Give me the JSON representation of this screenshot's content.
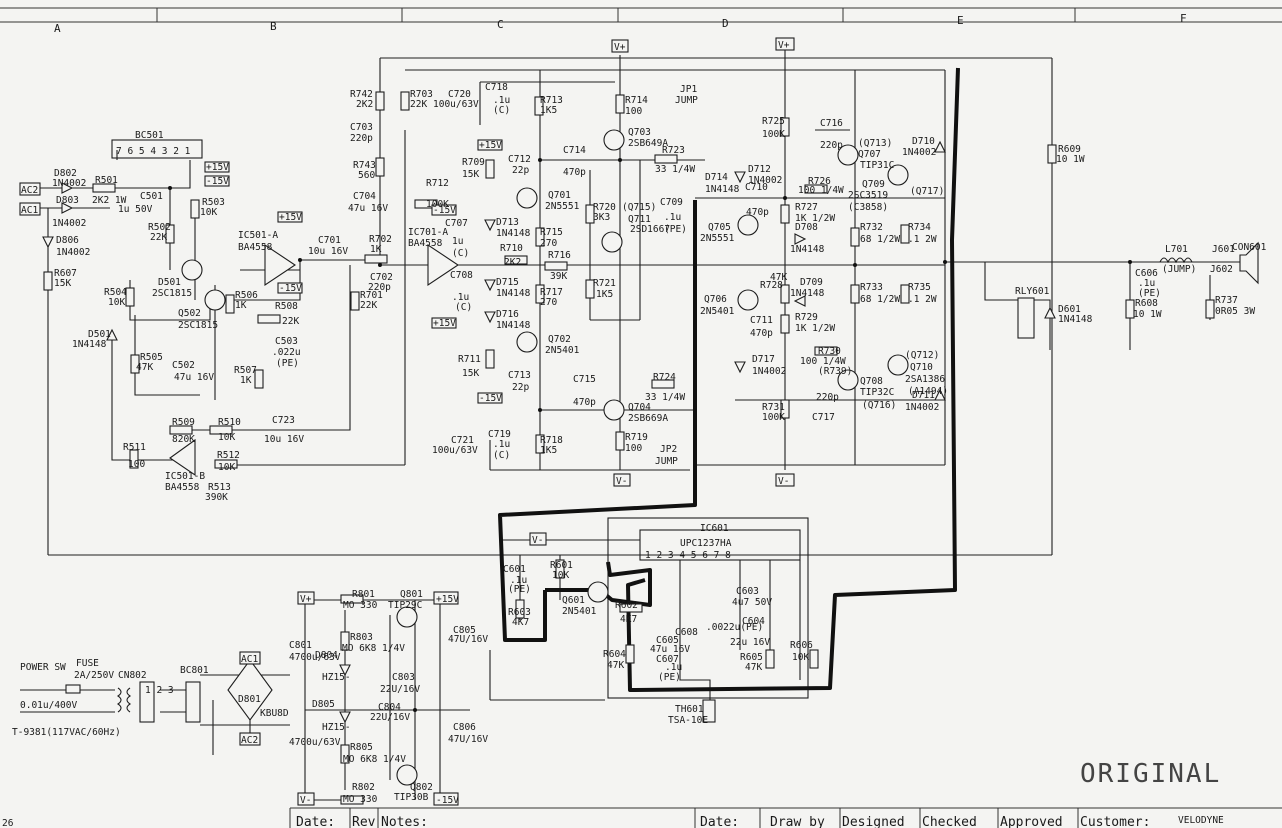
{
  "zones": [
    "A",
    "B",
    "C",
    "D",
    "E",
    "F"
  ],
  "stamp": "ORIGINAL",
  "title_block": {
    "date1": "Date:",
    "rev": "Rev",
    "notes": "Notes:",
    "date2": "Date:",
    "draw_by": "Draw by",
    "designed": "Designed",
    "checked": "Checked",
    "approved": "Approved",
    "customer": "Customer:",
    "customer_name": "VELODYNE",
    "page_fragment": "26"
  },
  "power_rails": {
    "vplus": "V+",
    "vminus": "V-",
    "vplus_top": "V+",
    "vplus_top2": "V+",
    "vminus_bot": "V-",
    "vminus_bot2": "V-",
    "p15": "+15V",
    "m15": "-15V",
    "ac1": "AC1",
    "ac2": "AC2",
    "ac1b": "AC1",
    "ac2b": "AC2"
  },
  "labels": [
    {
      "id": "bc501",
      "text": "BC501"
    },
    {
      "id": "bc501_pins",
      "text": "7 6 5 4 3 2 1"
    },
    {
      "id": "d802",
      "text": "D802"
    },
    {
      "id": "d802v",
      "text": "1N4002"
    },
    {
      "id": "r501",
      "text": "R501"
    },
    {
      "id": "r501v",
      "text": "2K2 1W"
    },
    {
      "id": "c501",
      "text": "C501"
    },
    {
      "id": "c501v",
      "text": "1u 50V"
    },
    {
      "id": "d803",
      "text": "D803"
    },
    {
      "id": "d803v",
      "text": "1N4002"
    },
    {
      "id": "r503",
      "text": "R503"
    },
    {
      "id": "r503v",
      "text": "10K"
    },
    {
      "id": "r502",
      "text": "R502"
    },
    {
      "id": "r502v",
      "text": "22K"
    },
    {
      "id": "d806",
      "text": "D806"
    },
    {
      "id": "d806v",
      "text": "1N4002"
    },
    {
      "id": "r607",
      "text": "R607"
    },
    {
      "id": "r607v",
      "text": "15K"
    },
    {
      "id": "d501",
      "text": "D501"
    },
    {
      "id": "d501v",
      "text": "2SC1815"
    },
    {
      "id": "q502",
      "text": "Q502"
    },
    {
      "id": "q502v",
      "text": "2SC1815"
    },
    {
      "id": "r504",
      "text": "R504"
    },
    {
      "id": "r504v",
      "text": "10K"
    },
    {
      "id": "r506",
      "text": "R506"
    },
    {
      "id": "r506v",
      "text": "1K"
    },
    {
      "id": "d501b",
      "text": "D501"
    },
    {
      "id": "d501bv",
      "text": "1N4148"
    },
    {
      "id": "r505",
      "text": "R505"
    },
    {
      "id": "r505v",
      "text": "47K"
    },
    {
      "id": "c502",
      "text": "C502"
    },
    {
      "id": "c502v",
      "text": "47u 16V"
    },
    {
      "id": "r507",
      "text": "R507"
    },
    {
      "id": "r507v",
      "text": "1K"
    },
    {
      "id": "r508",
      "text": "R508"
    },
    {
      "id": "r508v",
      "text": "22K"
    },
    {
      "id": "c503",
      "text": "C503"
    },
    {
      "id": "c503v",
      "text": ".022u"
    },
    {
      "id": "c503t",
      "text": "(PE)"
    },
    {
      "id": "ic501a",
      "text": "IC501-A"
    },
    {
      "id": "ic501av",
      "text": "BA4558"
    },
    {
      "id": "c701",
      "text": "C701"
    },
    {
      "id": "c701v",
      "text": "10u 16V"
    },
    {
      "id": "r509",
      "text": "R509"
    },
    {
      "id": "r509v",
      "text": "820K"
    },
    {
      "id": "r510",
      "text": "R510"
    },
    {
      "id": "r510v",
      "text": "10K"
    },
    {
      "id": "c723",
      "text": "C723"
    },
    {
      "id": "c723v",
      "text": "10u 16V"
    },
    {
      "id": "r511",
      "text": "R511"
    },
    {
      "id": "r511v",
      "text": "100"
    },
    {
      "id": "r512",
      "text": "R512"
    },
    {
      "id": "r512v",
      "text": "10K"
    },
    {
      "id": "ic501b",
      "text": "IC501-B"
    },
    {
      "id": "ic501bv",
      "text": "BA4558"
    },
    {
      "id": "r513",
      "text": "R513"
    },
    {
      "id": "r513v",
      "text": "390K"
    },
    {
      "id": "r742",
      "text": "R742"
    },
    {
      "id": "r742v",
      "text": "2K2"
    },
    {
      "id": "r703",
      "text": "R703"
    },
    {
      "id": "r703v",
      "text": "22K"
    },
    {
      "id": "c720",
      "text": "C720"
    },
    {
      "id": "c720v",
      "text": "100u/63V"
    },
    {
      "id": "c718",
      "text": "C718"
    },
    {
      "id": "c718v",
      "text": ".1u"
    },
    {
      "id": "c718t",
      "text": "(C)"
    },
    {
      "id": "r713",
      "text": "R713"
    },
    {
      "id": "r713v",
      "text": "1K5"
    },
    {
      "id": "c703",
      "text": "C703"
    },
    {
      "id": "c703v",
      "text": "220p"
    },
    {
      "id": "r743",
      "text": "R743"
    },
    {
      "id": "r743v",
      "text": "560"
    },
    {
      "id": "c704",
      "text": "C704"
    },
    {
      "id": "c704v",
      "text": "47u 16V"
    },
    {
      "id": "r712",
      "text": "R712"
    },
    {
      "id": "r712v",
      "text": "100K"
    },
    {
      "id": "c707",
      "text": "C707"
    },
    {
      "id": "c707v",
      "text": "1u"
    },
    {
      "id": "c707t",
      "text": "(C)"
    },
    {
      "id": "ic701a",
      "text": "IC701-A"
    },
    {
      "id": "ic701av",
      "text": "BA4558"
    },
    {
      "id": "r702",
      "text": "R702"
    },
    {
      "id": "r702v",
      "text": "1K"
    },
    {
      "id": "c702",
      "text": "C702"
    },
    {
      "id": "c702v",
      "text": "220p"
    },
    {
      "id": "r701",
      "text": "R701"
    },
    {
      "id": "r701v",
      "text": "22K"
    },
    {
      "id": "c708",
      "text": "C708"
    },
    {
      "id": "c708v",
      "text": ".1u"
    },
    {
      "id": "c708t",
      "text": "(C)"
    },
    {
      "id": "r709",
      "text": "R709"
    },
    {
      "id": "r709v",
      "text": "15K"
    },
    {
      "id": "c712",
      "text": "C712"
    },
    {
      "id": "c712v",
      "text": "22p"
    },
    {
      "id": "q701",
      "text": "Q701"
    },
    {
      "id": "q701v",
      "text": "2N5551"
    },
    {
      "id": "d713",
      "text": "D713"
    },
    {
      "id": "d713v",
      "text": "1N4148"
    },
    {
      "id": "r715",
      "text": "R715"
    },
    {
      "id": "r715v",
      "text": "270"
    },
    {
      "id": "r710",
      "text": "R710"
    },
    {
      "id": "r710v",
      "text": "2K2"
    },
    {
      "id": "r716",
      "text": "R716"
    },
    {
      "id": "r716v",
      "text": "39K"
    },
    {
      "id": "d715",
      "text": "D715"
    },
    {
      "id": "d715v",
      "text": "1N4148"
    },
    {
      "id": "r717",
      "text": "R717"
    },
    {
      "id": "r717v",
      "text": "270"
    },
    {
      "id": "d716",
      "text": "D716"
    },
    {
      "id": "d716v",
      "text": "1N4148"
    },
    {
      "id": "q702",
      "text": "Q702"
    },
    {
      "id": "q702v",
      "text": "2N5401"
    },
    {
      "id": "r711",
      "text": "R711"
    },
    {
      "id": "r711v",
      "text": "15K"
    },
    {
      "id": "c713",
      "text": "C713"
    },
    {
      "id": "c713v",
      "text": "22p"
    },
    {
      "id": "c721",
      "text": "C721"
    },
    {
      "id": "c721v",
      "text": "100u/63V"
    },
    {
      "id": "c719",
      "text": "C719"
    },
    {
      "id": "c719v",
      "text": ".1u"
    },
    {
      "id": "c719t",
      "text": "(C)"
    },
    {
      "id": "r718",
      "text": "R718"
    },
    {
      "id": "r718v",
      "text": "1K5"
    },
    {
      "id": "r714",
      "text": "R714"
    },
    {
      "id": "r714v",
      "text": "100"
    },
    {
      "id": "jp1",
      "text": "JP1"
    },
    {
      "id": "jp1v",
      "text": "JUMP"
    },
    {
      "id": "c714",
      "text": "C714"
    },
    {
      "id": "c714v",
      "text": "470p"
    },
    {
      "id": "q703",
      "text": "Q703"
    },
    {
      "id": "q703v",
      "text": "2SB649A"
    },
    {
      "id": "r723",
      "text": "R723"
    },
    {
      "id": "r723v",
      "text": "33 1/4W"
    },
    {
      "id": "r720",
      "text": "R720"
    },
    {
      "id": "r720v",
      "text": "3K3"
    },
    {
      "id": "q715",
      "text": "(Q715)"
    },
    {
      "id": "q711",
      "text": "Q711"
    },
    {
      "id": "q711v",
      "text": "2SD1667"
    },
    {
      "id": "c709",
      "text": "C709"
    },
    {
      "id": "c709v",
      "text": ".1u"
    },
    {
      "id": "c709t",
      "text": "(PE)"
    },
    {
      "id": "r721",
      "text": "R721"
    },
    {
      "id": "r721v",
      "text": "1K5"
    },
    {
      "id": "c715",
      "text": "C715"
    },
    {
      "id": "c715v",
      "text": "470p"
    },
    {
      "id": "r724",
      "text": "R724"
    },
    {
      "id": "r724v",
      "text": "33 1/4W"
    },
    {
      "id": "q704",
      "text": "Q704"
    },
    {
      "id": "q704v",
      "text": "2SB669A"
    },
    {
      "id": "r719",
      "text": "R719"
    },
    {
      "id": "r719v",
      "text": "100"
    },
    {
      "id": "jp2",
      "text": "JP2"
    },
    {
      "id": "jp2v",
      "text": "JUMP"
    },
    {
      "id": "r725",
      "text": "R725"
    },
    {
      "id": "r725v",
      "text": "100K"
    },
    {
      "id": "c716",
      "text": "C716"
    },
    {
      "id": "c716v",
      "text": "220p"
    },
    {
      "id": "q713",
      "text": "(Q713)"
    },
    {
      "id": "q707",
      "text": "Q707"
    },
    {
      "id": "q707v",
      "text": "TIP31C"
    },
    {
      "id": "d710",
      "text": "D710"
    },
    {
      "id": "d710v",
      "text": "1N4002"
    },
    {
      "id": "d712",
      "text": "D712"
    },
    {
      "id": "d712v",
      "text": "1N4002"
    },
    {
      "id": "d714",
      "text": "D714"
    },
    {
      "id": "d714v",
      "text": "1N4148"
    },
    {
      "id": "c710",
      "text": "C710"
    },
    {
      "id": "c710v",
      "text": "470p"
    },
    {
      "id": "r726",
      "text": "R726"
    },
    {
      "id": "r726v",
      "text": "100 1/4W"
    },
    {
      "id": "q709",
      "text": "Q709"
    },
    {
      "id": "q709v",
      "text": "2SC3519"
    },
    {
      "id": "q717",
      "text": "(Q717)"
    },
    {
      "id": "r727",
      "text": "R727"
    },
    {
      "id": "r727v",
      "text": "1K 1/2W"
    },
    {
      "id": "c3858",
      "text": "(C3858)"
    },
    {
      "id": "q705",
      "text": "Q705"
    },
    {
      "id": "q705v",
      "text": "2N5551"
    },
    {
      "id": "d708",
      "text": "D708"
    },
    {
      "id": "d708v",
      "text": "1N4148"
    },
    {
      "id": "r732",
      "text": "R732"
    },
    {
      "id": "r732v",
      "text": "68 1/2W"
    },
    {
      "id": "r734",
      "text": "R734"
    },
    {
      "id": "r734v",
      "text": ".1 2W"
    },
    {
      "id": "r728",
      "text": "R728"
    },
    {
      "id": "r728v",
      "text": "47K"
    },
    {
      "id": "d709",
      "text": "D709"
    },
    {
      "id": "d709v",
      "text": "1N4148"
    },
    {
      "id": "r733",
      "text": "R733"
    },
    {
      "id": "r733v",
      "text": "68 1/2W"
    },
    {
      "id": "r735",
      "text": "R735"
    },
    {
      "id": "r735v",
      "text": ".1 2W"
    },
    {
      "id": "q706",
      "text": "Q706"
    },
    {
      "id": "q706v",
      "text": "2N5401"
    },
    {
      "id": "c711",
      "text": "C711"
    },
    {
      "id": "c711v",
      "text": "470p"
    },
    {
      "id": "r729",
      "text": "R729"
    },
    {
      "id": "r729v",
      "text": "1K 1/2W"
    },
    {
      "id": "d717",
      "text": "D717"
    },
    {
      "id": "d717v",
      "text": "1N4002"
    },
    {
      "id": "r730",
      "text": "R730"
    },
    {
      "id": "r730v",
      "text": "100 1/4W"
    },
    {
      "id": "r739",
      "text": "(R739)"
    },
    {
      "id": "q712",
      "text": "(Q712)"
    },
    {
      "id": "q710",
      "text": "Q710"
    },
    {
      "id": "q710v",
      "text": "2SA1386"
    },
    {
      "id": "a1494",
      "text": "(A1494)"
    },
    {
      "id": "q708",
      "text": "Q708"
    },
    {
      "id": "q708v",
      "text": "TIP32C"
    },
    {
      "id": "q716",
      "text": "(Q716)"
    },
    {
      "id": "c717",
      "text": "C717"
    },
    {
      "id": "c717v",
      "text": "220p"
    },
    {
      "id": "r731",
      "text": "R731"
    },
    {
      "id": "r731v",
      "text": "100K"
    },
    {
      "id": "d711",
      "text": "D711"
    },
    {
      "id": "d711v",
      "text": "1N4002"
    },
    {
      "id": "r609",
      "text": "R609"
    },
    {
      "id": "r609v",
      "text": "10 1W"
    },
    {
      "id": "l701",
      "text": "L701"
    },
    {
      "id": "l701v",
      "text": "(JUMP)"
    },
    {
      "id": "j601",
      "text": "J601"
    },
    {
      "id": "con601",
      "text": "CON601"
    },
    {
      "id": "j602",
      "text": "J602"
    },
    {
      "id": "c606",
      "text": "C606"
    },
    {
      "id": "c606v",
      "text": ".1u"
    },
    {
      "id": "c606t",
      "text": "(PE)"
    },
    {
      "id": "r608",
      "text": "R608"
    },
    {
      "id": "r608v",
      "text": "10 1W"
    },
    {
      "id": "r737",
      "text": "R737"
    },
    {
      "id": "r737v",
      "text": "0R05 3W"
    },
    {
      "id": "rly601",
      "text": "RLY601"
    },
    {
      "id": "d601",
      "text": "D601"
    },
    {
      "id": "d601v",
      "text": "1N4148"
    },
    {
      "id": "ic601",
      "text": "IC601"
    },
    {
      "id": "ic601v",
      "text": "UPC1237HA"
    },
    {
      "id": "ic601pins",
      "text": "1 2 3 4 5 6 7 8"
    },
    {
      "id": "c601",
      "text": "C601"
    },
    {
      "id": "c601v",
      "text": ".1u"
    },
    {
      "id": "c601t",
      "text": "(PE)"
    },
    {
      "id": "r601",
      "text": "R601"
    },
    {
      "id": "r601v",
      "text": "10K"
    },
    {
      "id": "q601",
      "text": "Q601"
    },
    {
      "id": "q601v",
      "text": "2N5401"
    },
    {
      "id": "r603",
      "text": "R603"
    },
    {
      "id": "r603v",
      "text": "4K7"
    },
    {
      "id": "r602",
      "text": "R602"
    },
    {
      "id": "r602v",
      "text": "4K7"
    },
    {
      "id": "c608",
      "text": "C608"
    },
    {
      "id": "c608v",
      "text": ".0022u(PE)"
    },
    {
      "id": "c603",
      "text": "C603"
    },
    {
      "id": "c603v",
      "text": "4u7 50V"
    },
    {
      "id": "c604",
      "text": "C604"
    },
    {
      "id": "c604v",
      "text": "22u 16V"
    },
    {
      "id": "c605",
      "text": "C605"
    },
    {
      "id": "c605v",
      "text": "47u 16V"
    },
    {
      "id": "c607",
      "text": "C607"
    },
    {
      "id": "c607v",
      "text": ".1u"
    },
    {
      "id": "c607t",
      "text": "(PE)"
    },
    {
      "id": "r604",
      "text": "R604"
    },
    {
      "id": "r604v",
      "text": "47K"
    },
    {
      "id": "r605",
      "text": "R605"
    },
    {
      "id": "r605v",
      "text": "47K"
    },
    {
      "id": "r606",
      "text": "R606"
    },
    {
      "id": "r606v",
      "text": "10K"
    },
    {
      "id": "th601",
      "text": "TH601"
    },
    {
      "id": "th601v",
      "text": "TSA-10E"
    },
    {
      "id": "r801",
      "text": "R801"
    },
    {
      "id": "r801v",
      "text": "MO 330"
    },
    {
      "id": "q801",
      "text": "Q801"
    },
    {
      "id": "q801v",
      "text": "TIP29C"
    },
    {
      "id": "c801",
      "text": "C801"
    },
    {
      "id": "c801v",
      "text": "4700u/63V"
    },
    {
      "id": "r803",
      "text": "R803"
    },
    {
      "id": "r803v",
      "text": "MO 6K8 1/4V"
    },
    {
      "id": "d804",
      "text": "D804"
    },
    {
      "id": "d804v",
      "text": "HZ15-"
    },
    {
      "id": "c805",
      "text": "C805"
    },
    {
      "id": "c805v",
      "text": "47U/16V"
    },
    {
      "id": "c803",
      "text": "C803"
    },
    {
      "id": "c803v",
      "text": "22U/16V"
    },
    {
      "id": "d805",
      "text": "D805"
    },
    {
      "id": "d805v",
      "text": "HZ15-"
    },
    {
      "id": "c804",
      "text": "C804"
    },
    {
      "id": "c804v",
      "text": "22U/16V"
    },
    {
      "id": "c806",
      "text": "C806"
    },
    {
      "id": "c806v",
      "text": "47U/16V"
    },
    {
      "id": "c802v",
      "text": "4700u/63V"
    },
    {
      "id": "r805",
      "text": "R805"
    },
    {
      "id": "r805v",
      "text": "MO 6K8 1/4V"
    },
    {
      "id": "r802",
      "text": "R802"
    },
    {
      "id": "r802v",
      "text": "MO 330"
    },
    {
      "id": "q802",
      "text": "Q802"
    },
    {
      "id": "q802v",
      "text": "TIP30B"
    },
    {
      "id": "power_sw",
      "text": "POWER SW"
    },
    {
      "id": "fuse",
      "text": "FUSE"
    },
    {
      "id": "fusev",
      "text": "2A/250V"
    },
    {
      "id": "cn802",
      "text": "CN802"
    },
    {
      "id": "sw_cap",
      "text": "0.01u/400V"
    },
    {
      "id": "transformer",
      "text": "T-9381(117VAC/60Hz)"
    },
    {
      "id": "bc801",
      "text": "BC801"
    },
    {
      "id": "d801",
      "text": "D801"
    },
    {
      "id": "kbu",
      "text": "KBU8D"
    },
    {
      "id": "cn_pins",
      "text": "1 2 3"
    }
  ]
}
